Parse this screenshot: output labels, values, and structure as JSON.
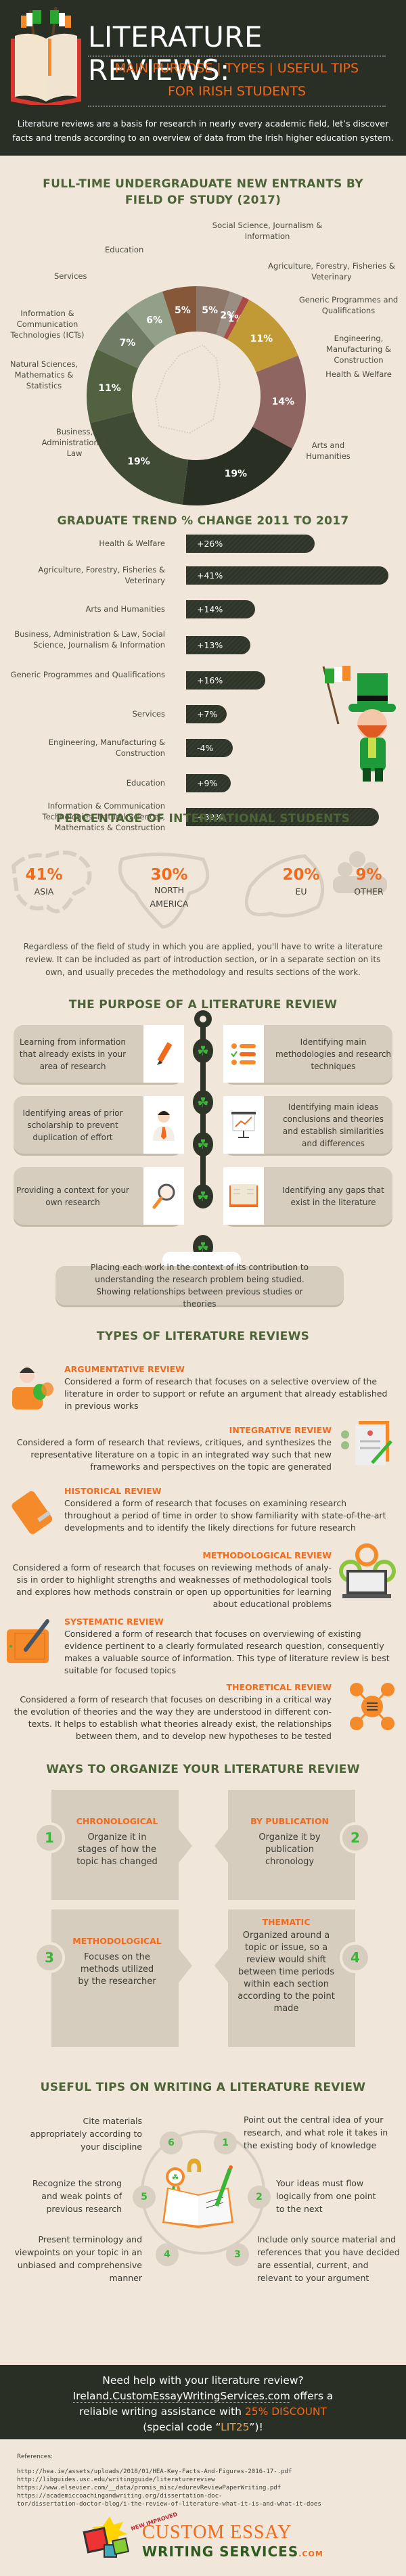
{
  "header": {
    "title": "LITERATURE REVIEWS:",
    "subtitle_line1": "MAIN PURPOSE | TYPES | USEFUL TIPS",
    "subtitle_line2": "FOR IRISH STUDENTS",
    "intro": "Literature reviews are a basis for research in nearly every academic field, let’s discover facts and trends according to an overview of data from the Irish higher education system."
  },
  "entrants": {
    "title_line1": "FULL-TIME UNDERGRADUATE NEW ENTRANTS BY",
    "title_line2": "FIELD OF STUDY (2017)"
  },
  "trend": {
    "title": "GRADUATE TREND % CHANGE 2011 TO 2017"
  },
  "international": {
    "title": "PERCENTAGE OF INTERNATIONAL STUDENTS",
    "regions": [
      {
        "pct": "41%",
        "name": "ASIA"
      },
      {
        "pct": "30%",
        "name": "NORTH AMERICA"
      },
      {
        "pct": "20%",
        "name": "EU"
      },
      {
        "pct": "9%",
        "name": "OTHER"
      }
    ],
    "paragraph": "Regardless of the field of study in which you are applied, you'll have to write a literature review. It can be included as part of introduction section, or in a separate section on its own, and usually precedes the methodology and results sections of the work."
  },
  "purpose": {
    "title": "THE PURPOSE OF A LITERATURE REVIEW",
    "items": [
      {
        "text": "Learning from information that already exists in your area of research",
        "icon": "pencil-icon"
      },
      {
        "text": "Identifying main methodologies and research techniques",
        "icon": "checklist-icon"
      },
      {
        "text": "Identifying areas of prior scholarship to prevent duplication of effort",
        "icon": "person-icon"
      },
      {
        "text": "Identifying main ideas conclusions and theories and establish similarities and differences",
        "icon": "chart-board-icon"
      },
      {
        "text": "Providing a context for your own research",
        "icon": "magnifier-icon"
      },
      {
        "text": "Identifying any gaps that exist in the literature",
        "icon": "open-book-icon"
      }
    ],
    "bottom": "Placing each work in the context of its contribution to understanding the research problem being studied. Showing relationships between previous studies or theories"
  },
  "types": {
    "title": "TYPES OF LITERATURE REVIEWS",
    "items": [
      {
        "name": "ARGUMENTATIVE REVIEW",
        "text": "Considered a form of research that focuses on a selective overview of the literature in order to support or refute an argument that already established in previous works"
      },
      {
        "name": "INTEGRATIVE REVIEW",
        "text": "Considered a form of research that reviews, critiques, and synthesizes the representative literature on a topic in an integrated way such that new frameworks and perspectives on the topic are generated"
      },
      {
        "name": "HISTORICAL REVIEW",
        "text": "Considered a form of research that focuses on examining research throughout a period of time in order to show familiarity with state-of-the-art developments and to identify the likely directions for future research"
      },
      {
        "name": "METHODOLOGICAL REVIEW",
        "text": "Considered a form of research that focuses on reviewing methods of analy-sis in order to highlight strengths and weaknesses of methodological tools and explores how methods constrain or open up opportunities for learning about educational problems"
      },
      {
        "name": "SYSTEMATIC REVIEW",
        "text": "Considered a form of research that focuses on overviewing of existing evidence pertinent to a clearly formulated research question, consequently makes a valuable source of information. This type of literature review is best suitable for focused topics"
      },
      {
        "name": "THEORETICAL REVIEW",
        "text": "Considered a form of research that focuses on describing in a critical way the evolution of theories and the way they are understood in different con-texts. It helps to establish what theories already exist, the relationships between them, and to develop new hypotheses to be tested"
      }
    ]
  },
  "organize": {
    "title": "WAYS TO ORGANIZE YOUR LITERATURE REVIEW",
    "items": [
      {
        "num": "1",
        "name": "CHRONOLOGICAL",
        "text": "Organize it in stages of how the topic has changed"
      },
      {
        "num": "2",
        "name": "BY PUBLICATION",
        "text": "Organize it by publication chronology"
      },
      {
        "num": "3",
        "name": "METHODOLOGICAL",
        "text": "Focuses on the methods utilized by the researcher"
      },
      {
        "num": "4",
        "name": "THEMATIC",
        "text": "Organized around a topic or issue, so a review would shift between time periods within each section according to the point made"
      }
    ]
  },
  "tips": {
    "title": "USEFUL TIPS ON WRITING A LITERATURE REVIEW",
    "items": [
      {
        "num": "1",
        "text": "Point out the central idea of your research, and what role it takes in the existing body of knowledge"
      },
      {
        "num": "2",
        "text": "Your ideas must flow logically from one point to the next"
      },
      {
        "num": "3",
        "text": "Include only source material and references that you have decided are essential, current, and relevant to your argument"
      },
      {
        "num": "4",
        "text": "Present terminology and viewpoints on your topic in an unbiased and comprehensive manner"
      },
      {
        "num": "5",
        "text": "Recognize the strong and weak points of previous research"
      },
      {
        "num": "6",
        "text": "Cite materials appropriately according to your discipline"
      }
    ]
  },
  "cta": {
    "line1": "Need help with your literature review?",
    "link": "Ireland.CustomEssayWritingServices.com",
    "line2_rest": " offers a",
    "line3_pre": "reliable writing assistance with ",
    "discount": "25% DISCOUNT",
    "code_pre": "(special code “",
    "code": "LIT25",
    "code_post": "”)!"
  },
  "references": {
    "label": "References:",
    "items": [
      "http://hea.ie/assets/uploads/2018/01/HEA-Key-Facts-And-Figures-2016-17-.pdf",
      "http://libguides.usc.edu/writingguide/literaturereview",
      "https://www.elsevier.com/__data/promis_misc/edurevReviewPaperWriting.pdf",
      "https://academiccoachingandwriting.org/dissertation-doc-",
      "tor/dissertation-doctor-blog/i-the-review-of-literature-what-it-is-and-what-it-does"
    ]
  },
  "logo": {
    "badge": "NEW IMPROVED",
    "line1": "CUSTOM ESSAY",
    "line2": "WRITING SERVICES",
    "tld": ".COM"
  },
  "colors": {
    "dark_bg": "#2a2f25",
    "page_bg": "#f0e7da",
    "accent_orange": "#f26a1b",
    "heading_green": "#4d6338",
    "number_green": "#3bb537"
  },
  "chart_data": [
    {
      "type": "pie",
      "title": "FULL-TIME UNDERGRADUATE NEW ENTRANTS BY FIELD OF STUDY (2017)",
      "categories": [
        "Social Science, Journalism & Information",
        "Agriculture, Forestry, Fisheries & Veterinary",
        "Generic Programmes and Qualifications",
        "Engineering, Manufacturing & Construction",
        "Health & Welfare",
        "Arts and Humanities",
        "Business, Administration & Law",
        "Natural Sciences, Mathematics & Statistics",
        "Information & Communication Technologies (ICTs)",
        "Services",
        "Education"
      ],
      "values": [
        5,
        2,
        1,
        11,
        14,
        19,
        19,
        11,
        7,
        6,
        5
      ],
      "labels": [
        "5%",
        "2%",
        "1%",
        "11%",
        "14%",
        "19%",
        "19%",
        "11%",
        "7%",
        "6%",
        "5%"
      ],
      "colors": [
        "#8c7769",
        "#9a8d82",
        "#ab4a48",
        "#c19a35",
        "#8f6561",
        "#2a2f23",
        "#404b36",
        "#526240",
        "#6f7b65",
        "#92a08a",
        "#865739"
      ]
    },
    {
      "type": "bar",
      "title": "GRADUATE TREND % CHANGE 2011 TO 2017",
      "categories": [
        "Health & Welfare",
        "Agriculture, Forestry, Fisheries & Veterinary",
        "Arts and Humanities",
        "Business, Administration & Law, Social Science, Journalism & Information",
        "Generic Programmes and Qualifications",
        "Services",
        "Engineering, Manufacturing & Construction",
        "Education",
        "Information & Communication Technologies, Natural Sciences, Mathematics & Construction"
      ],
      "values": [
        26,
        41,
        14,
        13,
        16,
        7,
        -4,
        9,
        39
      ],
      "labels": [
        "+26%",
        "+41%",
        "+14%",
        "+13%",
        "+16%",
        "+7%",
        "-4%",
        "+9%",
        "+39%"
      ]
    },
    {
      "type": "table",
      "title": "PERCENTAGE OF INTERNATIONAL STUDENTS",
      "categories": [
        "ASIA",
        "NORTH AMERICA",
        "EU",
        "OTHER"
      ],
      "values": [
        41,
        30,
        20,
        9
      ]
    }
  ]
}
